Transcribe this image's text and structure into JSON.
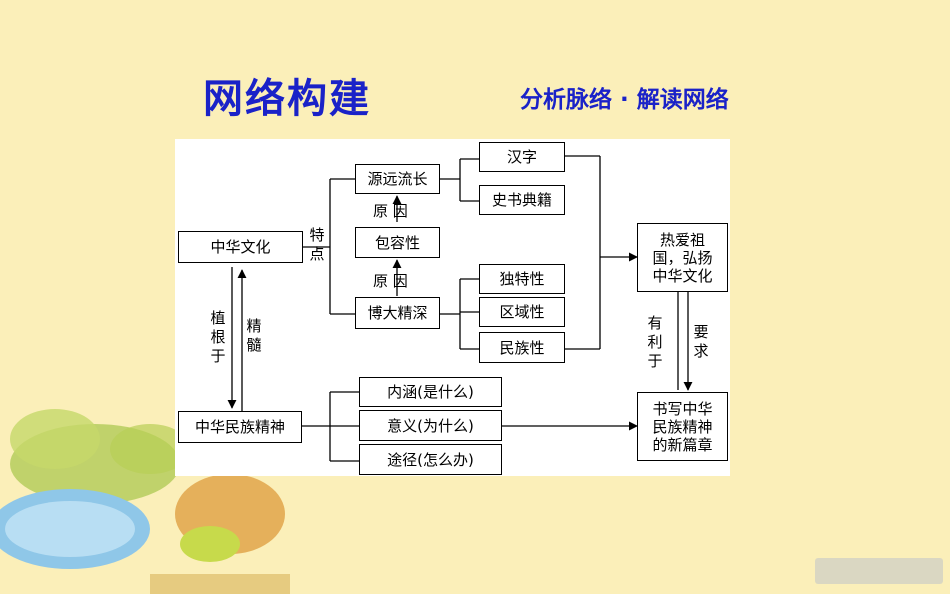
{
  "header": {
    "title": "网络构建",
    "subtitle": "分析脉络 · 解读网络"
  },
  "diagram": {
    "core": "中华文化",
    "spirit": "中华民族精神",
    "features_label": "特点",
    "origin": "源远流长",
    "tolerance": "包容性",
    "profound": "博大精深",
    "cause_label": "原 因",
    "chinese_characters": "汉字",
    "classics": "史书典籍",
    "uniqueness": "独特性",
    "regionality": "区域性",
    "ethnicity": "民族性",
    "rooted_label": "植根于",
    "essence_label": "精髓",
    "connotation": "内涵(是什么)",
    "significance": "意义(为什么)",
    "approach": "途径(怎么办)",
    "love_country": "热爱祖国，弘扬中华文化",
    "new_chapter": "书写中华民族精神的新篇章",
    "beneficial_label": "有利于",
    "require_label": "要求"
  },
  "colors": {
    "background": "#fbefb9",
    "title": "#1a22c8"
  }
}
